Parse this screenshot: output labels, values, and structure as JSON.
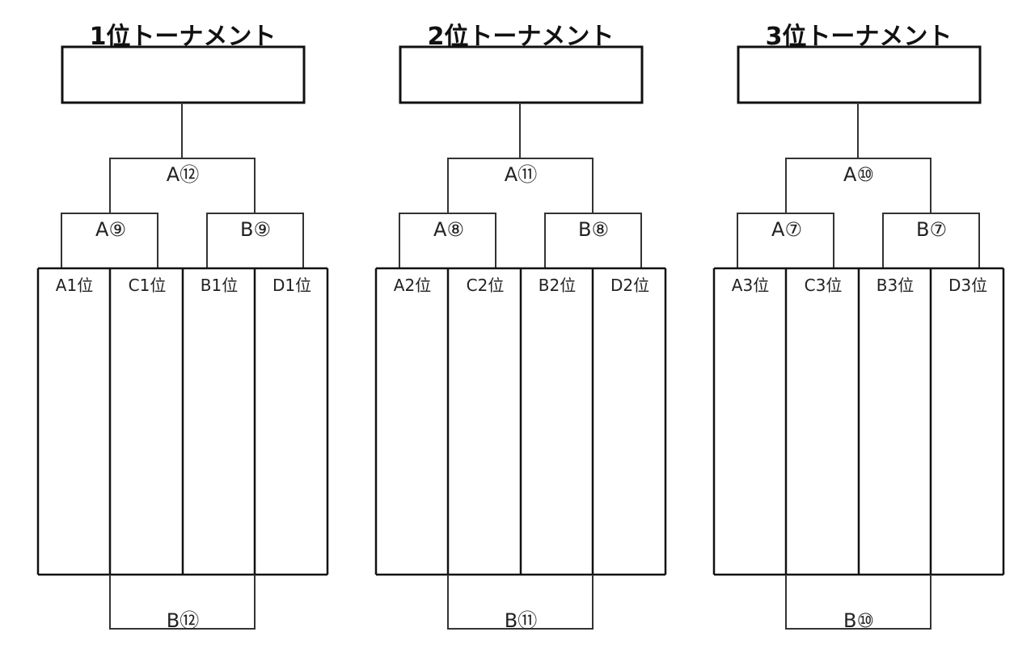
{
  "tournaments": [
    {
      "title": "1位トーナメント",
      "final_match": "A⑫",
      "semi_left": "A⑨",
      "semi_right": "B⑨",
      "teams": [
        "A1位",
        "C1位",
        "B1位",
        "D1位"
      ],
      "consolation": "B⑫"
    },
    {
      "title": "2位トーナメント",
      "final_match": "A⑪",
      "semi_left": "A⑧",
      "semi_right": "B⑧",
      "teams": [
        "A2位",
        "C2位",
        "B2位",
        "D2位"
      ],
      "consolation": "B⑪"
    },
    {
      "title": "3位トーナメント",
      "final_match": "A⑩",
      "semi_left": "A⑦",
      "semi_right": "B⑦",
      "teams": [
        "A3位",
        "C3位",
        "B3位",
        "D3位"
      ],
      "consolation": "B⑩"
    }
  ]
}
